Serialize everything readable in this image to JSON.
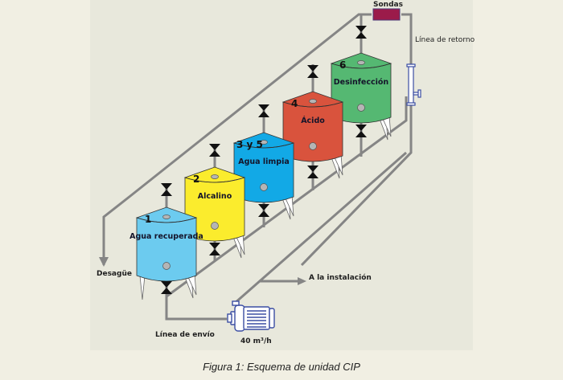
{
  "figure": {
    "caption": "Figura  1: Esquema de unidad CIP",
    "labels": {
      "sensors": "Sondas",
      "return_line": "Línea de retorno",
      "drain": "Desagüe",
      "to_installation": "A la instalación",
      "supply_line": "Línea de envío",
      "pump_flow": "40 m³/h"
    },
    "tanks": [
      {
        "number": "1",
        "name": "Agua recuperada",
        "color": "#6ccbef"
      },
      {
        "number": "2",
        "name": "Alcalino",
        "color": "#fbec2d"
      },
      {
        "number": "3 y 5",
        "name": "Agua limpia",
        "color": "#12a9e6"
      },
      {
        "number": "4",
        "name": "Ácido",
        "color": "#d9533d"
      },
      {
        "number": "6",
        "name": "Desinfección",
        "color": "#55b872"
      }
    ],
    "colors": {
      "pipe": "#858585",
      "valve": "#111111",
      "sensor_box": "#9b1b4a",
      "pump": "#3b4ea3",
      "background": "#e8e8dc"
    }
  }
}
